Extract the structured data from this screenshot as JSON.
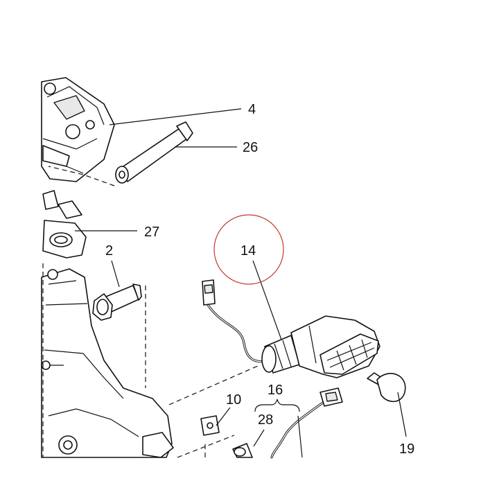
{
  "diagram": {
    "highlight_color": "#c0392b",
    "callouts": [
      {
        "id": "c4",
        "text": "4"
      },
      {
        "id": "c26",
        "text": "26"
      },
      {
        "id": "c27",
        "text": "27"
      },
      {
        "id": "c2",
        "text": "2"
      },
      {
        "id": "c14",
        "text": "14"
      },
      {
        "id": "c10",
        "text": "10"
      },
      {
        "id": "c16",
        "text": "16"
      },
      {
        "id": "c28",
        "text": "28"
      },
      {
        "id": "c19",
        "text": "19"
      }
    ]
  }
}
